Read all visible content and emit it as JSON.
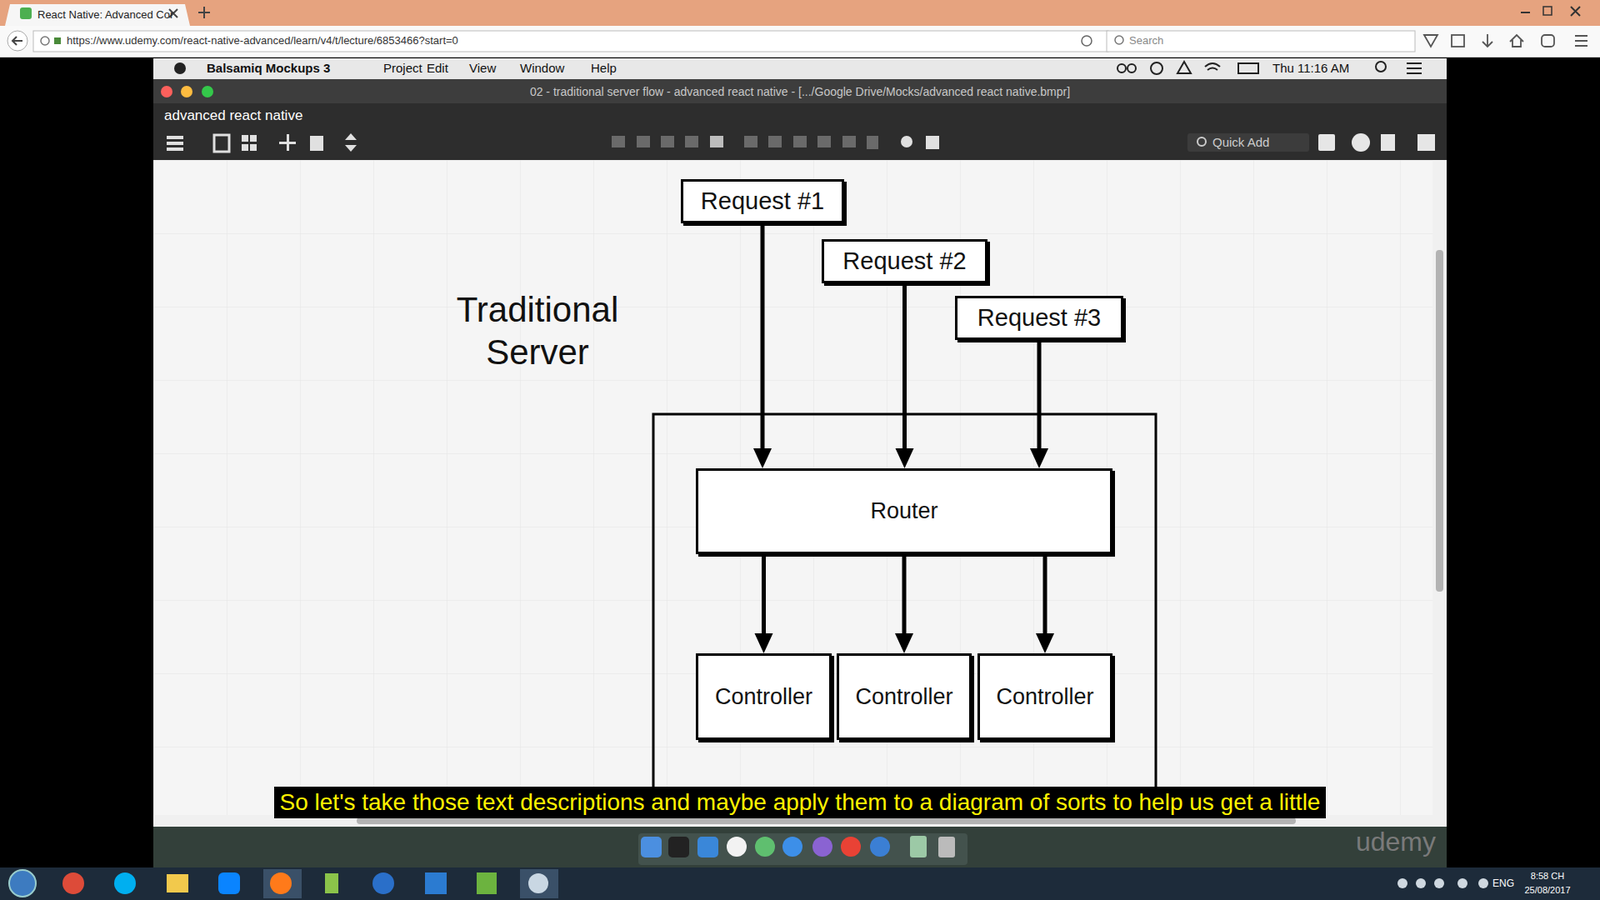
{
  "diagram": {
    "title": "Traditional Server",
    "nodes": [
      {
        "text": [
          "Request #1"
        ]
      },
      {
        "text": [
          "Request #2"
        ]
      },
      {
        "text": [
          "Request #3"
        ]
      },
      {
        "text": [
          "Router"
        ]
      },
      {
        "text": [
          "Controller"
        ]
      },
      {
        "text": [
          "Controller"
        ]
      },
      {
        "text": [
          "Controller"
        ]
      }
    ],
    "edges": [
      {
        "from": 0,
        "to": 3,
        "arrow": "to"
      },
      {
        "from": 1,
        "to": 3,
        "arrow": "to"
      },
      {
        "from": 2,
        "to": 3,
        "arrow": "to"
      },
      {
        "from": 3,
        "to": 4,
        "arrow": "to"
      },
      {
        "from": 3,
        "to": 5,
        "arrow": "to"
      },
      {
        "from": 3,
        "to": 6,
        "arrow": "to"
      }
    ],
    "labels": [
      "React Native: Advanced Cor",
      "https://www.udemy.com/react-native-advanced/learn/v4/t/lecture/6853466?start=0",
      "Search",
      "Balsamiq Mockups 3",
      "Project",
      "Edit",
      "View",
      "Window",
      "Help",
      "Thu 11:16 AM",
      "02 - traditional server flow - advanced react native - [.../Google Drive/Mocks/advanced react native.bmpr]",
      "advanced react native",
      "Quick Add",
      "So let's take those text descriptions and maybe apply them to a diagram of sorts to help us get a little",
      "udemy",
      "ENG",
      "8:58 CH",
      "25/08/2017"
    ]
  }
}
